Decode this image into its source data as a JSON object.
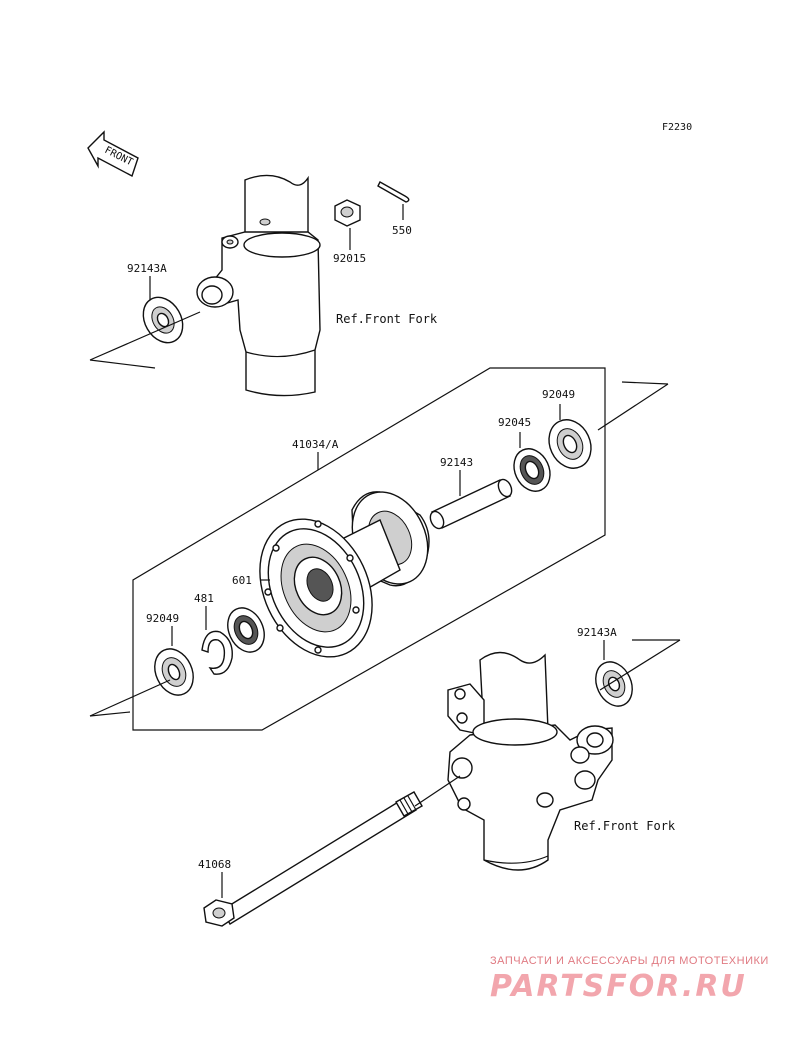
{
  "diagram": {
    "figure_code": "F2230",
    "front_arrow_label": "FRONT",
    "ref_labels": {
      "upper_fork": "Ref.Front Fork",
      "lower_fork": "Ref.Front Fork"
    },
    "part_labels": {
      "p550": "550",
      "p92015": "92015",
      "p92143A_top": "92143A",
      "p41034A": "41034/A",
      "p92049_right": "92049",
      "p92045": "92045",
      "p92143": "92143",
      "p601": "601",
      "p481": "481",
      "p92049_left": "92049",
      "p92143A_right": "92143A",
      "p41068": "41068"
    }
  },
  "watermark": {
    "tagline": "ЗАПЧАСТИ И АКСЕССУАРЫ ДЛЯ МОТОТЕХНИКИ",
    "brand": "PARTSFOR.RU"
  }
}
